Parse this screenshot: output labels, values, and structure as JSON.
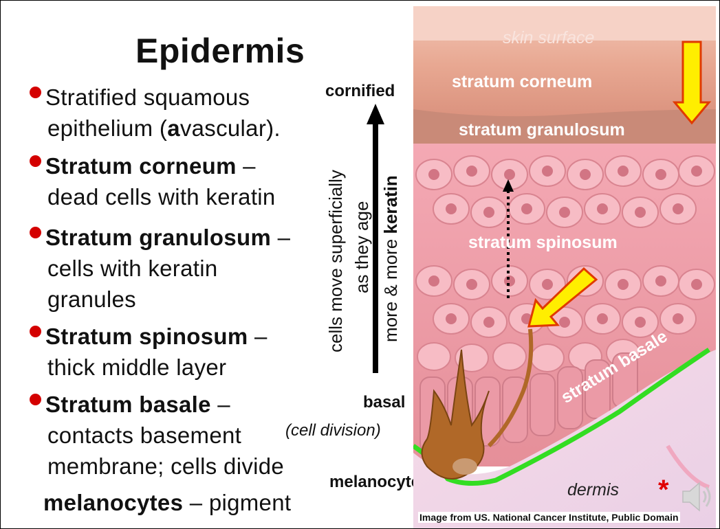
{
  "slide": {
    "title": "Epidermis",
    "bullets": [
      {
        "bold": "",
        "line1": "Stratified squamous",
        "line2": "epithelium (",
        "line2_bold": "a",
        "line2_rest": "vascular)."
      },
      {
        "bold": "Stratum corneum",
        "dash": " –",
        "line2": "dead cells with keratin"
      },
      {
        "bold": "Stratum granulosum",
        "dash": " –",
        "line2": "cells with keratin",
        "line3": "granules"
      },
      {
        "bold": "Stratum spinosum",
        "dash": " –",
        "line2": "thick middle layer"
      },
      {
        "bold": "Stratum basale",
        "dash": " –",
        "line2": "contacts basement",
        "line3": "membrane; cells divide"
      }
    ],
    "melanocytes_bold": "melanocytes",
    "melanocytes_rest": " – pigment",
    "arrow_labels": {
      "top": "cornified",
      "bottom": "basal",
      "bottom_sub": "(cell division)",
      "melanocyte": "melanocyte",
      "vertical1": "cells move superficially",
      "vertical2": "as they age",
      "vertical3_pre": "more & more ",
      "vertical3_bold": "keratin"
    },
    "figure_labels": {
      "skin_surface": "skin surface",
      "corneum": "stratum corneum",
      "granulosum": "stratum granulosum",
      "spinosum": "stratum spinosum",
      "basale": "stratum basale",
      "dermis": "dermis"
    },
    "asterisk": "*",
    "credit": "Image from US. National Cancer Institute, Public Domain",
    "colors": {
      "bullet": "#d40000",
      "basement_line": "#33dd22",
      "arrow_fill": "#ffee00",
      "arrow_stroke": "#e03a00"
    }
  }
}
